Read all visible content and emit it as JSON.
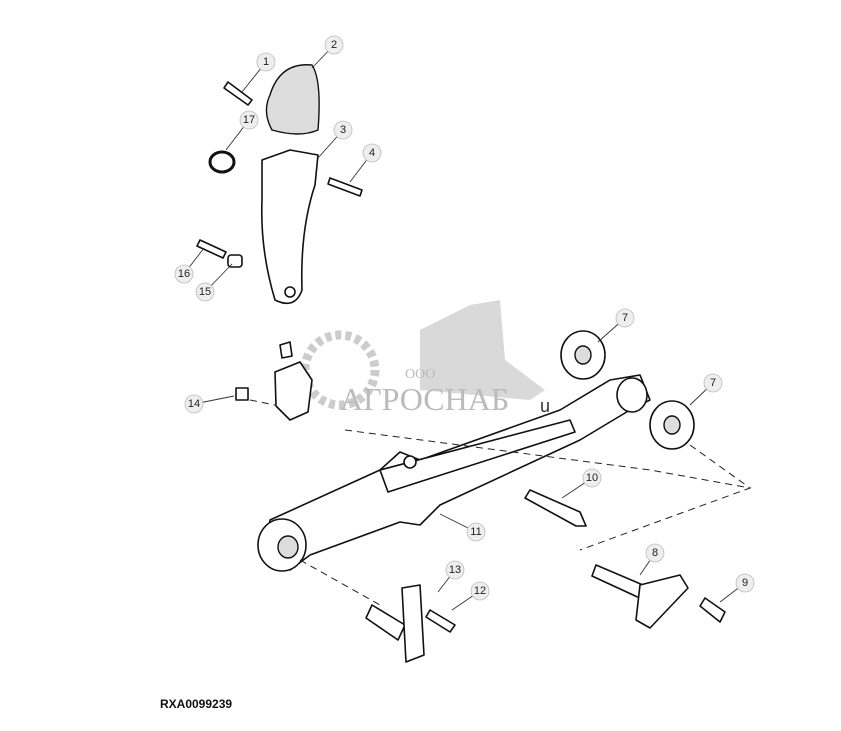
{
  "figure_id": "RXA0099239",
  "watermark": {
    "company_prefix": "ООО",
    "company_name": "АГРОСНАБ",
    "suffix": "u"
  },
  "callouts": [
    "1",
    "2",
    "17",
    "3",
    "4",
    "16",
    "15",
    "7",
    "7",
    "14",
    "10",
    "11",
    "8",
    "13",
    "12",
    "9"
  ]
}
